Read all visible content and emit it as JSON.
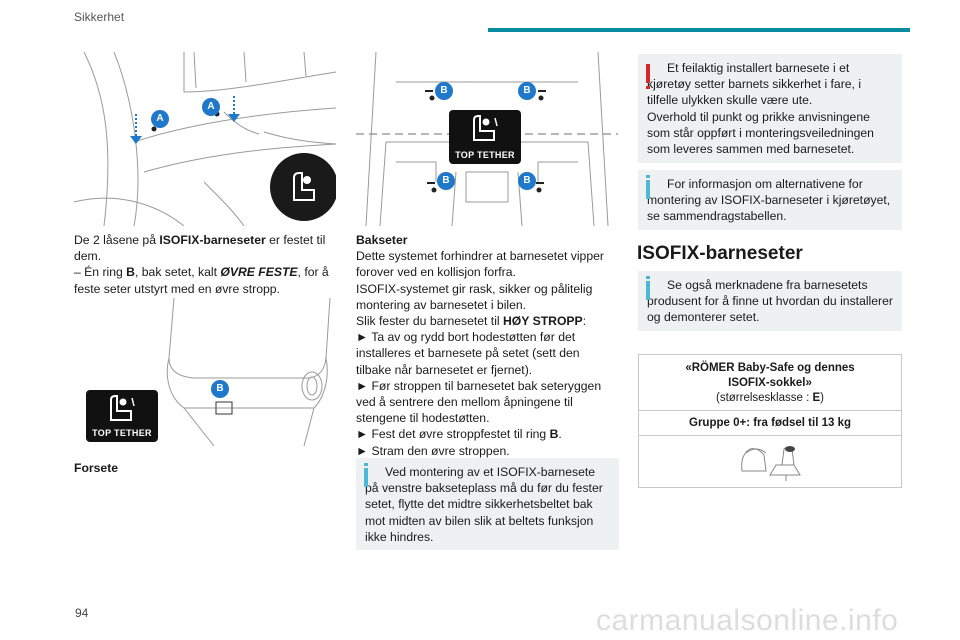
{
  "header": {
    "section": "Sikkerhet",
    "accent_color": "#0a8ca0"
  },
  "page_number": "94",
  "watermark": "carmanualsonline.info",
  "badges": {
    "a": "A",
    "b": "B"
  },
  "top_tether_label": "TOP TETHER",
  "col1": {
    "para1_pre": "De 2 låsene på ",
    "para1_bold": "ISOFIX-barneseter",
    "para1_post": " er festet til dem.",
    "para2_pre": "–  Én ring ",
    "para2_bold1": "B",
    "para2_mid": ", bak setet, kalt ",
    "para2_bold2": "ØVRE FESTE",
    "para2_post": ", for å feste seter utstyrt med en øvre stropp.",
    "caption": "Forsete"
  },
  "col2": {
    "heading": "Bakseter",
    "lines": [
      "Dette systemet forhindrer at barnesetet vipper forover ved en kollisjon forfra.",
      "ISOFIX-systemet gir rask, sikker og pålitelig montering av barnesetet i bilen."
    ],
    "fasten_pre": "Slik fester du barnesetet til ",
    "fasten_bold": "HØY STROPP",
    "fasten_post": ":",
    "steps": [
      "►  Ta av og rydd bort hodestøtten før det installeres et barnesete på setet (sett den tilbake når barnesetet er fjernet).",
      "►  Før stroppen til barnesetet bak seteryggen ved å sentrere den mellom åpningene til stengene til hodestøtten."
    ],
    "step3_pre": "►  Fest det øvre stroppfestet til ring ",
    "step3_bold": "B",
    "step3_post": ".",
    "step4": "►  Stram den øvre stroppen.",
    "note": "Ved montering av et ISOFIX-barnesete på venstre bakseteplass må du før du fester setet, flytte det midtre sikkerhetsbeltet bak mot midten av bilen slik at beltets funksjon ikke hindres."
  },
  "col3": {
    "warning": "Et feilaktig installert barnesete i et kjøretøy setter barnets sikkerhet i fare, i tilfelle ulykken skulle være ute.",
    "warning2": "Overhold til punkt og prikke anvisningene som står oppført i monteringsveiledningen som leveres sammen med barnesetet.",
    "info": "For informasjon om alternativene for montering av ISOFIX-barneseter i kjøretøyet, se sammendragstabellen.",
    "section_title": "ISOFIX-barneseter",
    "info2": "Se også merknadene fra barnesetets produsent for å finne ut hvordan du installerer og demonterer setet.",
    "table": {
      "title": "«RÖMER Baby-Safe og dennes ISOFIX-sokkel»",
      "class_pre": "(størrelsesklasse : ",
      "class_bold": "E",
      "class_post": ")",
      "group": "Gruppe 0+: fra fødsel til 13 kg"
    }
  },
  "colors": {
    "badge": "#1f78c9",
    "info_bar": "#4cb8d8",
    "warning_bar": "#d8252a",
    "note_bg": "#eef0f1"
  }
}
